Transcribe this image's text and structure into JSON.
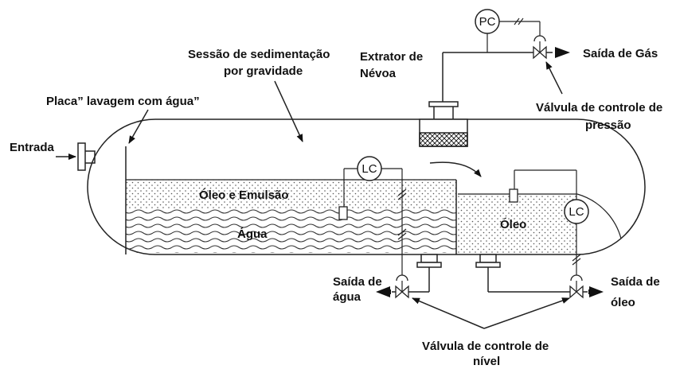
{
  "labels": {
    "entrada": "Entrada",
    "placa_lavagem": "Placa” lavagem com água”",
    "sessao_line1": "Sessão de sedimentação",
    "sessao_line2": "por gravidade",
    "extrator_line1": "Extrator de",
    "extrator_line2": "Névoa",
    "saida_gas": "Saída de Gás",
    "valvula_pressao_line1": "Válvula de controle de",
    "valvula_pressao_line2": "pressão",
    "oleo_emulsao": "Óleo e Emulsão",
    "agua": "Água",
    "oleo": "Óleo",
    "saida_agua_line1": "Saída de",
    "saida_agua_line2": "água",
    "saida_oleo_line1": "Saída de",
    "saida_oleo_line2": "óleo",
    "valvula_nivel_line1": "Válvula de controle de",
    "valvula_nivel_line2": "nível"
  },
  "instruments": {
    "pc": "PC",
    "lc_left": "LC",
    "lc_right": "LC"
  }
}
